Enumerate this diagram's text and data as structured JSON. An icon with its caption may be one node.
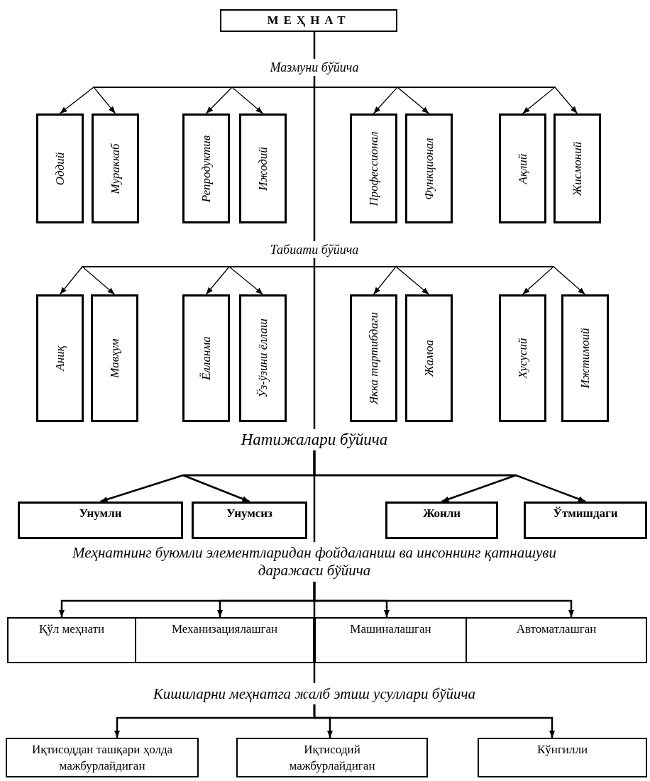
{
  "diagram": {
    "nodes": [
      {
        "text": [
          "МЕҲНАТ"
        ]
      },
      {
        "text": [
          "Мазмуни бўйича"
        ]
      },
      {
        "text": [
          "Оддий"
        ]
      },
      {
        "text": [
          "Мураккаб"
        ]
      },
      {
        "text": [
          "Репродуктив"
        ]
      },
      {
        "text": [
          "Ижодий"
        ]
      },
      {
        "text": [
          "Профессионал"
        ]
      },
      {
        "text": [
          "Функционал"
        ]
      },
      {
        "text": [
          "Ақлий"
        ]
      },
      {
        "text": [
          "Жисмоний"
        ]
      },
      {
        "text": [
          "Табиати бўйича"
        ]
      },
      {
        "text": [
          "Аниқ"
        ]
      },
      {
        "text": [
          "Мавҳум"
        ]
      },
      {
        "text": [
          "Ёлланма"
        ]
      },
      {
        "text": [
          "Ўз-ўзини ёллаш"
        ]
      },
      {
        "text": [
          "Якка тартибдаги"
        ]
      },
      {
        "text": [
          "Жамоа"
        ]
      },
      {
        "text": [
          "Хусусий"
        ]
      },
      {
        "text": [
          "Ижтимоий"
        ]
      },
      {
        "text": [
          "Натижалари бўйича"
        ]
      },
      {
        "text": [
          "Унумли"
        ]
      },
      {
        "text": [
          "Унумсиз"
        ]
      },
      {
        "text": [
          "Жонли"
        ]
      },
      {
        "text": [
          "Ўтмишдаги"
        ]
      },
      {
        "text": [
          "Меҳнатнинг буюмли элементларидан фойдаланиш ва инсоннинг қатнашуви даражаси бўйича"
        ]
      },
      {
        "text": [
          "Қўл меҳнати"
        ]
      },
      {
        "text": [
          "Механизациялашган"
        ]
      },
      {
        "text": [
          "Машиналашган"
        ]
      },
      {
        "text": [
          "Автоматлашган"
        ]
      },
      {
        "text": [
          "Кишиларни меҳнатга жалб этиш усуллари бўйича"
        ]
      },
      {
        "text": [
          "Иқтисоддан ташқари ҳолда мажбурлайдиган"
        ]
      },
      {
        "text": [
          "Иқтисодий мажбурлайдиган"
        ]
      },
      {
        "text": [
          "Кўнгилли"
        ]
      }
    ],
    "edges": [
      {
        "from": 0,
        "to": 1,
        "arrow": "none"
      },
      {
        "from": 1,
        "to": 10,
        "arrow": "none"
      },
      {
        "from": 10,
        "to": 19,
        "arrow": "none"
      },
      {
        "from": 19,
        "to": 24,
        "arrow": "none"
      },
      {
        "from": 24,
        "to": 29,
        "arrow": "none"
      },
      {
        "from": 1,
        "to": 2,
        "arrow": "to"
      },
      {
        "from": 1,
        "to": 3,
        "arrow": "to"
      },
      {
        "from": 1,
        "to": 4,
        "arrow": "to"
      },
      {
        "from": 1,
        "to": 5,
        "arrow": "to"
      },
      {
        "from": 1,
        "to": 6,
        "arrow": "to"
      },
      {
        "from": 1,
        "to": 7,
        "arrow": "to"
      },
      {
        "from": 1,
        "to": 8,
        "arrow": "to"
      },
      {
        "from": 1,
        "to": 9,
        "arrow": "to"
      },
      {
        "from": 10,
        "to": 11,
        "arrow": "to"
      },
      {
        "from": 10,
        "to": 12,
        "arrow": "to"
      },
      {
        "from": 10,
        "to": 13,
        "arrow": "to"
      },
      {
        "from": 10,
        "to": 14,
        "arrow": "to"
      },
      {
        "from": 10,
        "to": 15,
        "arrow": "to"
      },
      {
        "from": 10,
        "to": 16,
        "arrow": "to"
      },
      {
        "from": 10,
        "to": 17,
        "arrow": "to"
      },
      {
        "from": 10,
        "to": 18,
        "arrow": "to"
      },
      {
        "from": 19,
        "to": 20,
        "arrow": "to"
      },
      {
        "from": 19,
        "to": 21,
        "arrow": "to"
      },
      {
        "from": 19,
        "to": 22,
        "arrow": "to"
      },
      {
        "from": 19,
        "to": 23,
        "arrow": "to"
      },
      {
        "from": 24,
        "to": 25,
        "arrow": "to"
      },
      {
        "from": 24,
        "to": 26,
        "arrow": "to"
      },
      {
        "from": 24,
        "to": 27,
        "arrow": "to"
      },
      {
        "from": 24,
        "to": 28,
        "arrow": "to"
      },
      {
        "from": 29,
        "to": 30,
        "arrow": "to"
      },
      {
        "from": 29,
        "to": 31,
        "arrow": "to"
      },
      {
        "from": 29,
        "to": 32,
        "arrow": "to"
      }
    ]
  }
}
